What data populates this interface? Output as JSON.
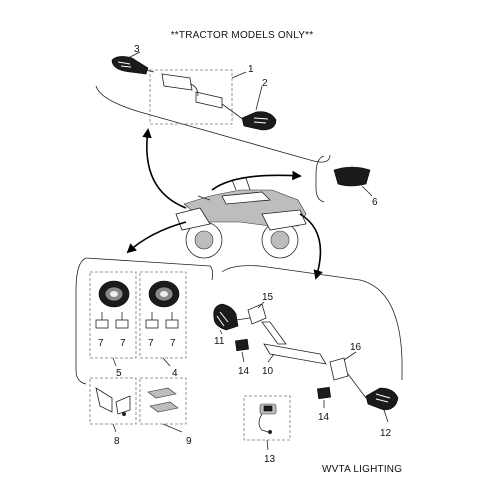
{
  "header": {
    "title": "**TRACTOR MODELS ONLY**"
  },
  "footer": {
    "caption": "WVTA LIGHTING"
  },
  "callouts": [
    "1",
    "2",
    "3",
    "4",
    "5",
    "6",
    "7",
    "7",
    "7",
    "7",
    "8",
    "9",
    "10",
    "11",
    "12",
    "13",
    "14",
    "14",
    "15",
    "16"
  ]
}
